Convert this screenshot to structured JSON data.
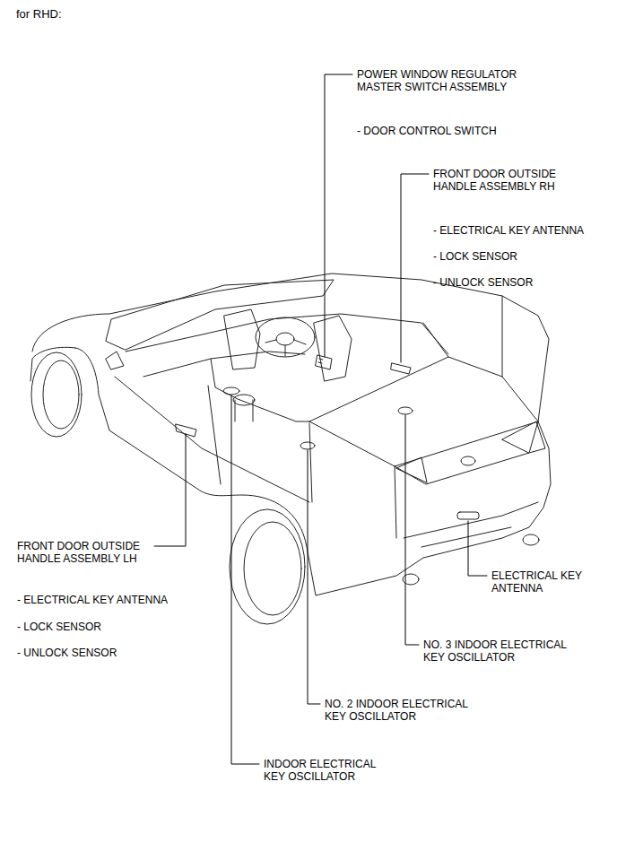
{
  "diagram": {
    "title": "for RHD:",
    "labels": [
      "POWER WINDOW REGULATOR MASTER SWITCH ASSEMBLY",
      "- DOOR CONTROL SWITCH",
      "FRONT DOOR OUTSIDE HANDLE ASSEMBLY RH",
      "- ELECTRICAL KEY ANTENNA",
      "- LOCK SENSOR",
      "- UNLOCK SENSOR",
      "FRONT DOOR OUTSIDE HANDLE ASSEMBLY LH",
      "- ELECTRICAL KEY ANTENNA",
      "- LOCK SENSOR",
      "- UNLOCK SENSOR",
      "ELECTRICAL KEY ANTENNA",
      "NO. 3 INDOOR ELECTRICAL KEY OSCILLATOR",
      "NO. 2 INDOOR ELECTRICAL KEY OSCILLATOR",
      "INDOOR ELECTRICAL KEY OSCILLATOR"
    ]
  }
}
